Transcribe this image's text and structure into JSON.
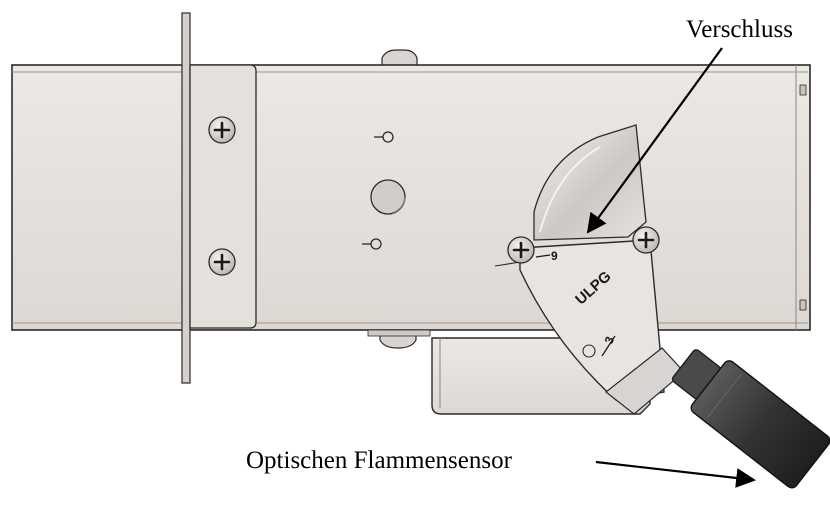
{
  "callouts": {
    "shutter": "Verschluss",
    "flame_sensor": "Optischen Flammensensor"
  },
  "plate_marks": {
    "model": "ULPG",
    "mark_high": "9",
    "mark_low": "3"
  },
  "icons": {
    "screw": "phillips-screw-icon",
    "keyhole": "keyhole-slot-icon"
  },
  "colors": {
    "metal": "#e6e2de",
    "metal_shadow": "#cfcac5",
    "outline": "#2b2b2b",
    "sensor_body": "#3a3a3a",
    "background": "#ffffff"
  }
}
